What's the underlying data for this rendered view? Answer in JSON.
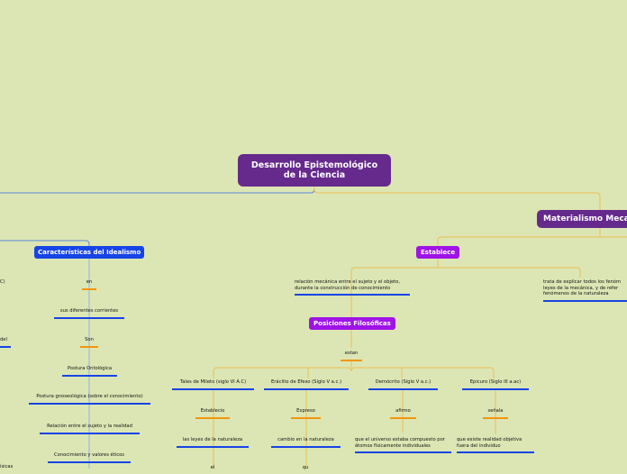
{
  "central": "Desarrollo Epistemológico de la Ciencia",
  "materialismo": "Materialismo Meca",
  "idealismo": {
    "title": "Características del Idealismo",
    "chain": [
      "en",
      "sus diferentes corrientes",
      "Son",
      "Postura Ontológica",
      "Postura gnoseológica (sobre el conocimiento)",
      "Relación entre el sujeto y la realidad",
      "Conocimiento y valores éticos"
    ],
    "cut_left": [
      "C)",
      "del",
      "ísicas"
    ]
  },
  "materialismo_branch": {
    "establece": "Establece",
    "relacion": "relación mecánica entre el sujeto y el objeto, durante la construcción de conocimiento",
    "trata": "trata de explicar todos los fenóm leyes de la mecánica, y de refer fenómenos de la naturaleza",
    "posiciones": "Posiciones Filosóficas",
    "estan": "estan",
    "philosophers": [
      {
        "name": "Tales de Mileto (siglo VI A.C)",
        "verb": "Establecio",
        "text": "las leyes de la naturaleza",
        "more": "el"
      },
      {
        "name": "Eráclito de Efeso (Siglo V a.c.)",
        "verb": "Expreso",
        "text": "cambio en la naturaleza",
        "more": "qu"
      },
      {
        "name": "Demócrito (Siglo V a.c.)",
        "verb": "afirmo",
        "text": "que el universo estaba compuesto por átomos físicamente individuales",
        "more": ""
      },
      {
        "name": "Epicuro (Siglo III a.ac)",
        "verb": "señala",
        "text": "que existe realidad objetiva fuera del individuo",
        "more": ""
      }
    ]
  },
  "colors": {
    "background": "#dce6b4",
    "central": "#652a8c",
    "blue": "#1744e6",
    "purple": "#9f13e6",
    "orange": "#f2960c",
    "edge_blue": "#5c86d8",
    "edge_orange": "#ebbf52"
  }
}
